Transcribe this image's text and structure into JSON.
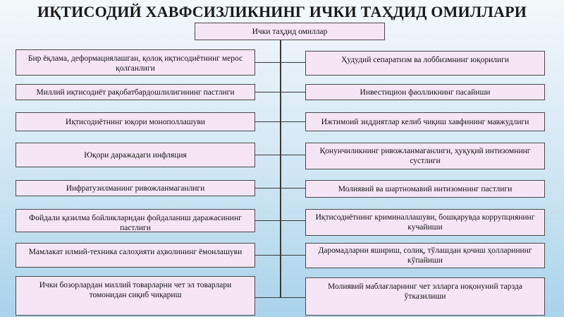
{
  "title": "ИҚТИСОДИЙ ХАВФСИЗЛИКНИНГ ИЧКИ ТАҲДИД ОМИЛЛАРИ",
  "root": {
    "label": "Ички таҳдид омиллар"
  },
  "left_items": [
    "Бир ёқлама, деформациялашган, қолоқ иқтисодиётнинг мерос қолганлиги",
    "Миллий иқтисодиёт рақобатбардошлилигининг пастлиги",
    "Иқтисодиётнинг юқори монополлашуви",
    "Юқори даражадаги инфляция",
    "Инфратузилманинг ривожланмаганлиги",
    "Фойдали қазилма бойликларидан фойдаланиш даражасининг пастлиги",
    "Мамлакат илмий-техника салоҳияти аҳволининг ёмонлашуви",
    "Ички бозорлардан миллий товарларни чет эл товарлари томонидан сиқиб чиқариш"
  ],
  "right_items": [
    "Ҳудудий сепаратизм ва лоббизмнинг юқорилиги",
    "Инвестицион фаолликнинг пасайиши",
    "Ижтимоий зиддиятлар келиб чиқиш хавфининг мавжудлиги",
    "Қонунчиликнинг ривожланмаганлиги, ҳуқуқий интизомнинг сустлиги",
    "Молиявий ва шартномавий интизомнинг пастлиги",
    "Иқтисодиётнинг криминаллашуви, бошқарувда коррупциянинг кучайиши",
    "Даромадларни яшириш, солиқ, тўлашдан қочиш ҳолларининг кўпайиши",
    "Молиявий маблағларнинг чет элларга ноқонуний тарзда ўтказилиши"
  ]
}
